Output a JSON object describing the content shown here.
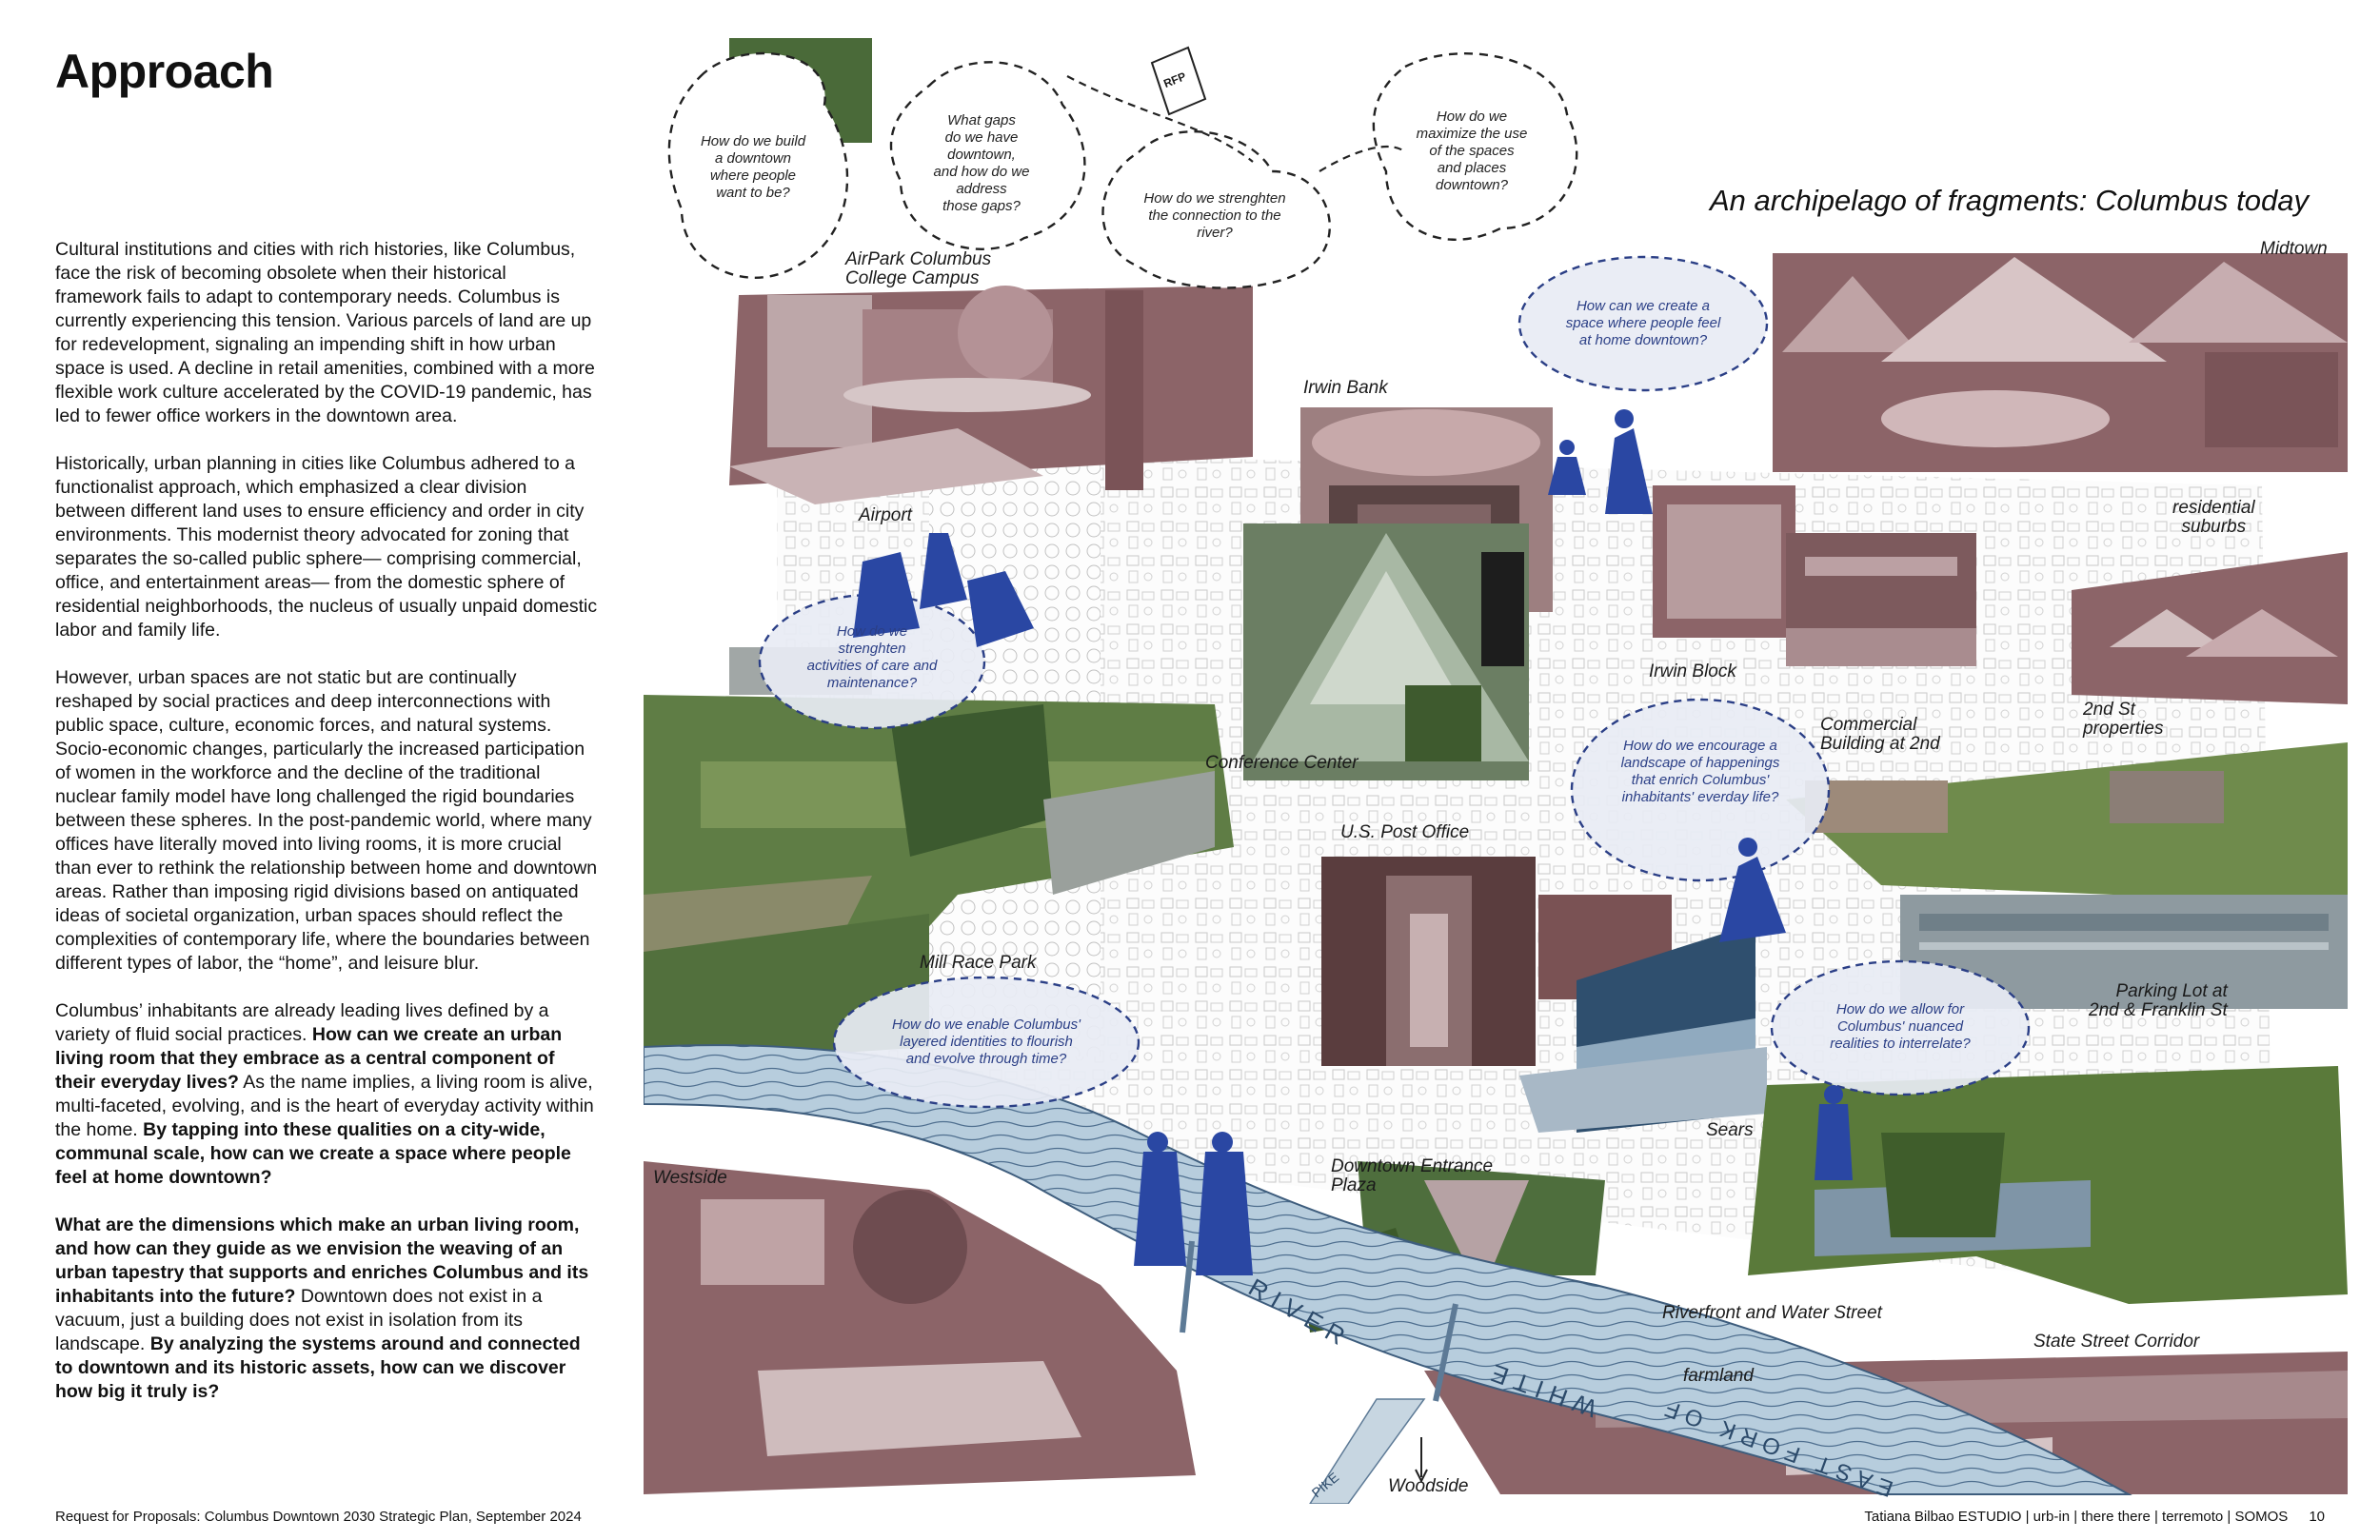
{
  "page": {
    "title": "Approach",
    "paragraphs": [
      [
        {
          "t": "Cultural institutions and cities with rich histories, like Columbus, face the risk of becoming obsolete when their historical framework fails to adapt to contemporary needs. Columbus is currently experiencing this tension. Various parcels of land are up for redevelopment, signaling an impending shift in how urban space is used. A decline in retail amenities, combined with a more flexible work culture accelerated by the COVID-19 pandemic, has led to fewer office workers in the downtown area.",
          "b": false
        }
      ],
      [
        {
          "t": "Historically, urban planning in cities like Columbus adhered to a functionalist approach, which emphasized a clear division between different land uses to ensure efficiency and order in city environments. This modernist theory advocated for zoning that separates the so-called public sphere— comprising commercial, office, and entertainment areas— from the domestic sphere of residential neighborhoods, the nucleus of usually unpaid domestic labor and family life.",
          "b": false
        }
      ],
      [
        {
          "t": "However, urban spaces are not static but are continually reshaped by social practices and deep interconnections with public space, culture, economic forces, and natural systems. Socio-economic changes, particularly the increased participation of women in the workforce and the decline of the traditional nuclear family model have long challenged the rigid boundaries between these spheres. In the post-pandemic world, where many offices have literally moved into living rooms, it is more crucial than ever to rethink the relationship between home and downtown areas. Rather than imposing rigid divisions based on antiquated ideas of societal organization, urban spaces should reflect the complexities of contemporary life, where the boundaries between different types of labor, the “home”, and leisure blur.",
          "b": false
        }
      ],
      [
        {
          "t": "Columbus’ inhabitants are already leading lives defined by a variety of fluid social practices. ",
          "b": false
        },
        {
          "t": "How can we create an urban living room that they embrace as a central component of their everyday lives?",
          "b": true
        },
        {
          "t": " As the name implies, a living room is alive, multi-faceted, evolving, and is the heart of everyday activity within the home. ",
          "b": false
        },
        {
          "t": "By tapping into these qualities on a city-wide, communal scale, how can we create a space where people feel at home downtown?",
          "b": true
        }
      ],
      [
        {
          "t": "What are the dimensions which make an urban living room, and how can they guide as we envision the weaving of an urban tapestry that supports and enriches Columbus and its inhabitants into the future?",
          "b": true
        },
        {
          "t": " Downtown does not exist in a vacuum, just a building does not exist in isolation from its landscape. ",
          "b": false
        },
        {
          "t": "By analyzing the systems around and connected to downtown and its historic assets, how can we discover how big it truly is?",
          "b": true
        }
      ]
    ],
    "footer": {
      "left": "Request for Proposals: Columbus Downtown 2030 Strategic Plan, September 2024",
      "right_author": "Tatiana Bilbao",
      "right_rest": " ESTUDIO | urb-in | there there | terremoto | SOMOS",
      "page_number": "10"
    }
  },
  "collage": {
    "headline": "An archipelago of fragments: Columbus today",
    "labels": {
      "airpark": "AirPark Columbus\nCollege Campus",
      "airport": "Airport",
      "irwin_bank": "Irwin Bank",
      "midtown": "Midtown",
      "residential": "residential\nsuburbs",
      "irwin_block": "Irwin Block",
      "conference": "Conference Center",
      "commercial": "Commercial\nBuilding at 2nd",
      "second_st": "2nd St\nproperties",
      "post_office": "U.S. Post Office",
      "mill_race": "Mill Race Park",
      "parking": "Parking Lot at\n2nd & Franklin St",
      "sears": "Sears",
      "westside": "Westside",
      "entrance": "Downtown Entrance\nPlaza",
      "riverfront": "Riverfront and Water Street",
      "state_street": "State Street Corridor",
      "farmland": "farmland",
      "woodside": "Woodside",
      "river_white": "WHITE",
      "river_river": "RIVER",
      "river_eastfork": "EAST FORK OF",
      "pike": "PIKE",
      "rfp": "RFP"
    },
    "questions": {
      "q1": "How do we build\na downtown\nwhere people\nwant to be?",
      "q2": "What gaps\ndo we have\ndowntown,\nand how do we\naddress\nthose gaps?",
      "q3": "How do we strenghten\nthe connection to the\nriver?",
      "q4": "How do we\nmaximize the use\nof the spaces\nand places\ndowntown?",
      "q5": "How can we create a\nspace where people feel\nat home downtown?",
      "q6": "How do we\nstrenghten\nactivities of care and\nmaintenance?",
      "q7": "How do we encourage a\nlandscape of happenings\nthat enrich Columbus'\ninhabitants' everday life?",
      "q8": "How do we enable Columbus'\nlayered identities to flourish\nand evolve through time?",
      "q9": "How do we allow for\nColumbus' nuanced\nrealities to interrelate?"
    }
  },
  "colors": {
    "mauve": "#8c6468",
    "green": "#5f7d45",
    "river": "#a9c1d4",
    "figure_blue": "#2a47a3"
  }
}
